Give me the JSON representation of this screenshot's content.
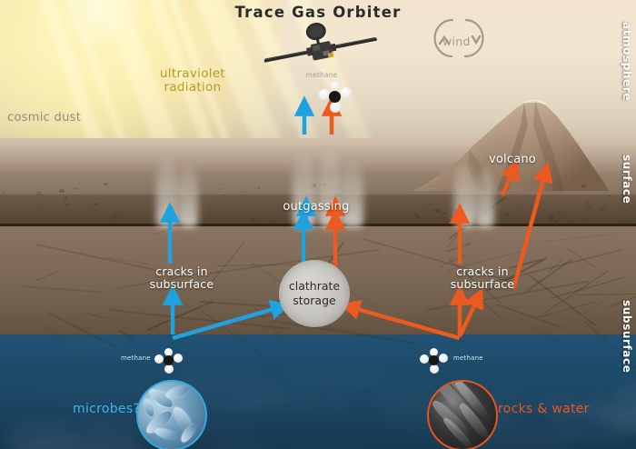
{
  "diagram": {
    "title": "Trace Gas Orbiter",
    "zones": [
      {
        "name": "atmosphere"
      },
      {
        "name": "surface"
      },
      {
        "name": "subsurface"
      }
    ],
    "atmosphere": {
      "uv_label": "ultraviolet\nradiation",
      "cosmic_dust_label": "cosmic dust",
      "wind_label": "wind",
      "methane_label": "methane"
    },
    "surface": {
      "outgassing_label": "outgassing",
      "volcano_label": "volcano"
    },
    "subsurface": {
      "cracks_left_label": "cracks in\nsubsurface",
      "cracks_right_label": "cracks in\nsubsurface",
      "clathrate_label": "clathrate\nstorage",
      "methane_left_label": "methane",
      "methane_right_label": "methane",
      "microbes_label": "microbes?",
      "rocks_label": "rocks & water"
    },
    "colors": {
      "sky": "#f2e4cd",
      "surface_rock": "#9d8775",
      "subsurface_rock": "#7e6a57",
      "water": "#1e4b6b",
      "blue_arrow": "#1fa3e0",
      "orange_arrow": "#ed5a1f",
      "uv_text": "#b59c1e",
      "cosmic_dust_text": "#8e8b86",
      "microbes_text": "#3fb4e8",
      "rocks_text": "#e8561f",
      "white_text": "#ffffff",
      "clathrate_fill": "#c6c4bf",
      "carbon_atom": "#171717",
      "hydrogen_atom": "#ffffff"
    }
  }
}
